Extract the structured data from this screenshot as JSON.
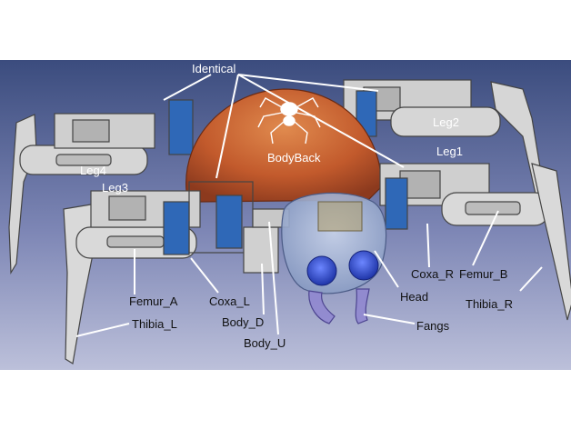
{
  "labels": {
    "identical": "Identical",
    "leg2": "Leg2",
    "leg1": "Leg1",
    "leg4": "Leg4",
    "leg3": "Leg3",
    "bodyback": "BodyBack",
    "femur_a": "Femur_A",
    "coxa_l": "Coxa_L",
    "thibia_l": "Thibia_L",
    "body_d": "Body_D",
    "body_u": "Body_U",
    "head": "Head",
    "fangs": "Fangs",
    "coxa_r": "Coxa_R",
    "femur_b": "Femur_B",
    "thibia_r": "Thibia_R"
  },
  "colors": {
    "background_top": "#3c4e80",
    "background_bottom": "#b9bed9",
    "part_gray": "#d4d4d4",
    "part_outline": "#444444",
    "servo_blue": "#2f68b7",
    "body_orange": "#c45a2a",
    "head_translucent": "#8fa3c8",
    "eye_blue": "#2c49c9",
    "fangs_purple": "#7a6fc0"
  }
}
